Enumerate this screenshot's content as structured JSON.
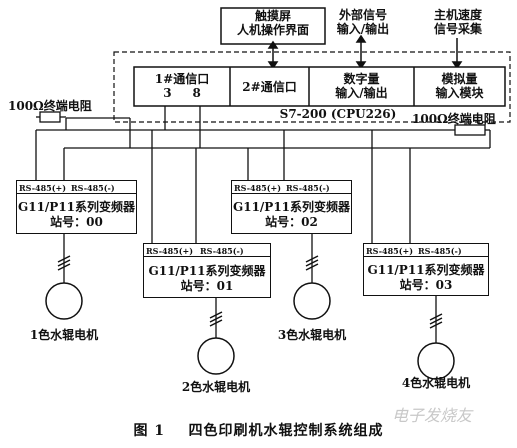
{
  "top_boxes": {
    "hmi": [
      "触摸屏",
      "人机操作界面"
    ],
    "ext_signal": [
      "外部信号",
      "输入/输出"
    ],
    "speed_signal": [
      "主机速度",
      "信号采集"
    ]
  },
  "plc": {
    "port1": "1#通信口",
    "port1_pins": "3     8",
    "port2": "2#通信口",
    "digital": [
      "数字量",
      "输入/输出"
    ],
    "analog": [
      "模拟量",
      "输入模块"
    ],
    "model": "S7-200 (CPU226)"
  },
  "resistors": {
    "left": "100Ω终端电阻",
    "right": "100Ω终端电阻"
  },
  "drives": [
    {
      "rs_pos": "RS-485(+)",
      "rs_neg": "RS-485(-)",
      "title": "G11/P11系列变频器",
      "station": "站号：00",
      "motor": "1色水辊电机"
    },
    {
      "rs_pos": "RS-485(+)",
      "rs_neg": "RS-485(-)",
      "title": "G11/P11系列变频器",
      "station": "站号：01",
      "motor": "2色水辊电机"
    },
    {
      "rs_pos": "RS-485(+)",
      "rs_neg": "RS-485(-)",
      "title": "G11/P11系列变频器",
      "station": "站号：02",
      "motor": "3色水辊电机"
    },
    {
      "rs_pos": "RS-485(+)",
      "rs_neg": "RS-485(-)",
      "title": "G11/P11系列变频器",
      "station": "站号：03",
      "motor": "4色水辊电机"
    }
  ],
  "caption": "图 1    四色印刷机水辊控制系统组成",
  "watermark": "电子发烧友"
}
